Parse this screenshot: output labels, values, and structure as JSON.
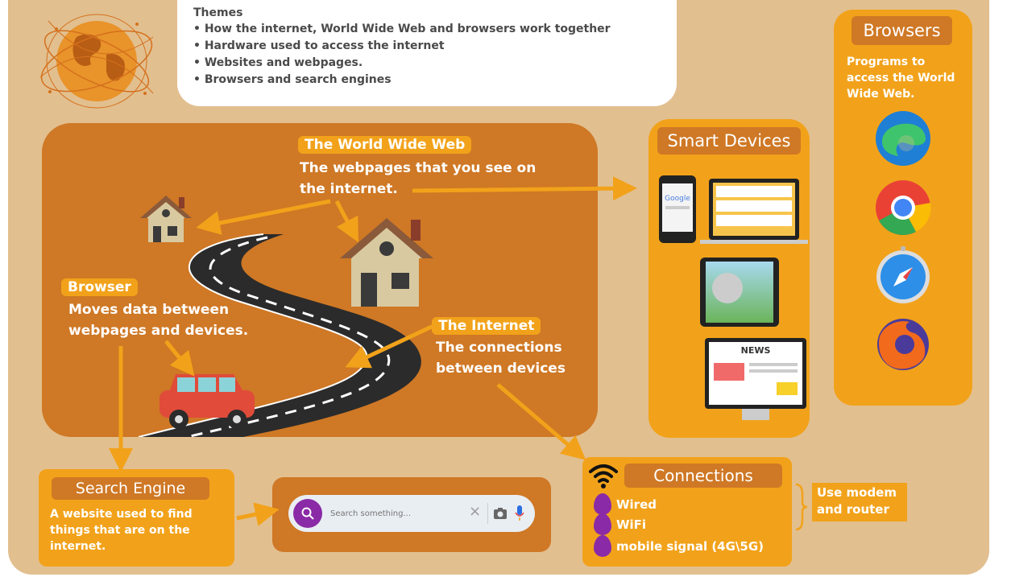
{
  "themes": {
    "title": "Themes",
    "items": [
      "How the internet, World Wide Web and browsers work together",
      "Hardware used to access the internet",
      "Websites and webpages.",
      "Browsers and search engines"
    ]
  },
  "www": {
    "label": "The World Wide Web",
    "line1": "The webpages that you see on",
    "line2": "the internet."
  },
  "browser": {
    "label": "Browser",
    "line1": "Moves data between",
    "line2": "webpages and devices."
  },
  "internet": {
    "label": "The Internet",
    "line1": "The connections",
    "line2": "between devices"
  },
  "smart_devices": {
    "title": "Smart Devices",
    "phone_text": "Google",
    "news_text": "NEWS"
  },
  "browsers": {
    "title": "Browsers",
    "desc": "Programs to access the World Wide Web.",
    "icons": [
      "edge-icon",
      "chrome-icon",
      "safari-icon",
      "firefox-icon"
    ]
  },
  "search_engine": {
    "title": "Search Engine",
    "desc": "A website used to find things that are on the internet.",
    "placeholder": "Search something..."
  },
  "connections": {
    "title": "Connections",
    "items": [
      "Wired",
      "WiFi",
      "mobile signal (4G\\5G)"
    ],
    "modem_line1": "Use modem",
    "modem_line2": "and router"
  },
  "colors": {
    "background": "#e2bf8f",
    "panel_dark_orange": "#cf7825",
    "panel_orange": "#f2a21a",
    "purple": "#8a2aa6",
    "road": "#2b2b2b"
  }
}
